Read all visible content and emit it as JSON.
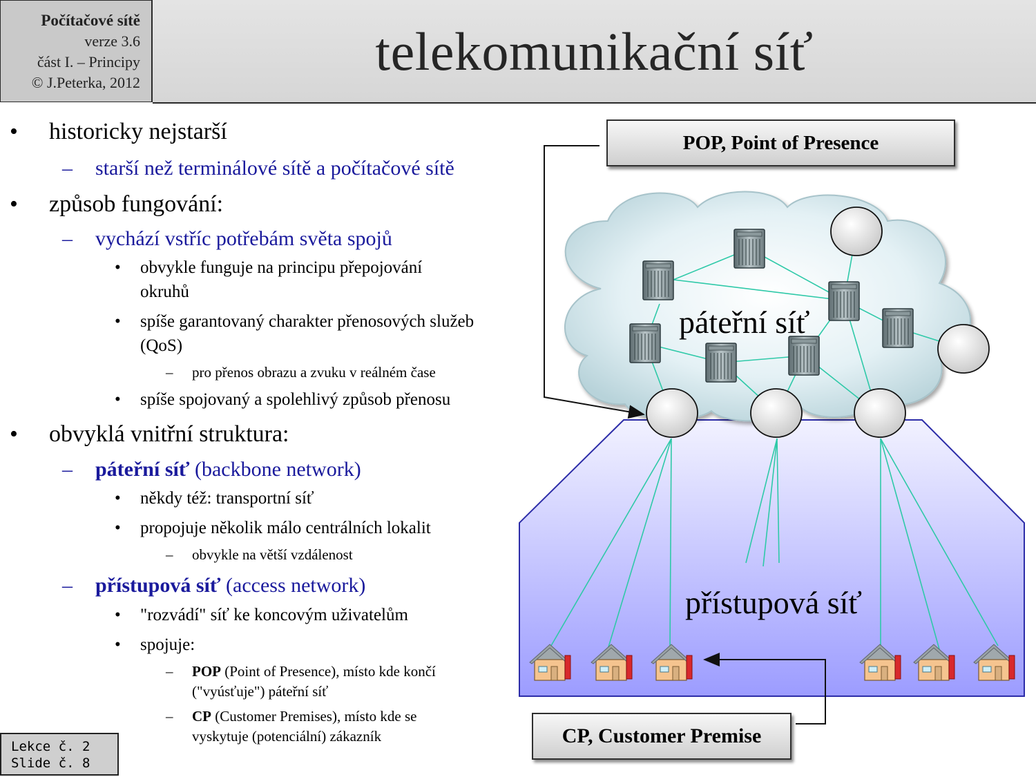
{
  "header": {
    "course": "Počítačové sítě",
    "version": "verze 3.6",
    "part": "část I.  –  Principy",
    "copyright": "© J.Peterka, 2012",
    "title": "telekomunikační síť"
  },
  "bullets": {
    "b1": "historicky nejstarší",
    "b1_1": "starší než terminálové sítě a počítačové sítě",
    "b2": "způsob fungování:",
    "b2_1": "vychází vstříc potřebám světa spojů",
    "b2_1_a1": "obvykle funguje na principu přepojování",
    "b2_1_a2": "okruhů",
    "b2_1_b1": "spíše garantovaný charakter přenosových služeb",
    "b2_1_b2": "(QoS)",
    "b2_1_b_i": "pro přenos obrazu a zvuku v reálném čase",
    "b2_1_c": "spíše spojovaný a spolehlivý způsob přenosu",
    "b3": "obvyklá vnitřní struktura:",
    "b3_1_bold": "páteřní síť",
    "b3_1_rest": " (backbone  network)",
    "b3_1_a": "někdy též: transportní  síť",
    "b3_1_b": "propojuje několik málo centrálních lokalit",
    "b3_1_b_i": "obvykle na větší vzdálenost",
    "b3_2_bold": "přístupová síť",
    "b3_2_rest": " (access network)",
    "b3_2_a": "\"rozvádí\"  síť ke koncovým uživatelům",
    "b3_2_b": "spojuje:",
    "pop_bold": "POP",
    "pop_rest": " (Point of Presence), místo kde končí",
    "pop_line2": "(\"vyúsťuje\") páteřní síť",
    "cp_bold": "CP",
    "cp_rest": " (Customer Premises), místo kde se",
    "cp_line2": "vyskytuje (potenciální) zákazník"
  },
  "diagram": {
    "pop_label": "POP,  Point of Presence",
    "cp_label": "CP, Customer Premise",
    "backbone_label": "páteřní síť",
    "access_label": "přístupová síť",
    "cloud_color": "#dfeef3",
    "access_color": "#a8a8ff",
    "link_color": "#2ec9a8"
  },
  "footer": {
    "lesson": "Lekce č. 2",
    "slide": "Slide č. 8"
  }
}
